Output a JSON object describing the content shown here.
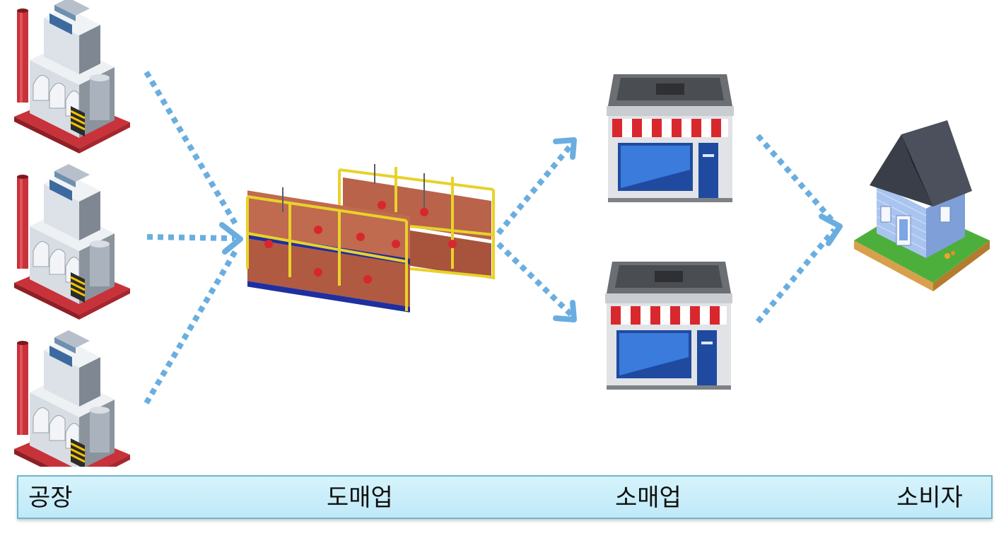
{
  "stages": {
    "factory": "공장",
    "wholesale": "도매업",
    "retail": "소매업",
    "consumer": "소비자"
  },
  "colors": {
    "arrow": "#6aaee0",
    "label_bg": "#c6ecf9",
    "label_border": "#6fb6cc",
    "factory_red": "#c8323a",
    "warehouse_rack": "#e8d22a",
    "box_brown": "#b8634a",
    "store_awning_red": "#d8282e",
    "store_glass": "#2a6fd8",
    "house_blue": "#8fb4e8",
    "house_roof": "#3a3e48",
    "lawn_green": "#4caf3c"
  },
  "icons": [
    "factory-icon",
    "warehouse-icon",
    "store-icon",
    "house-icon"
  ]
}
